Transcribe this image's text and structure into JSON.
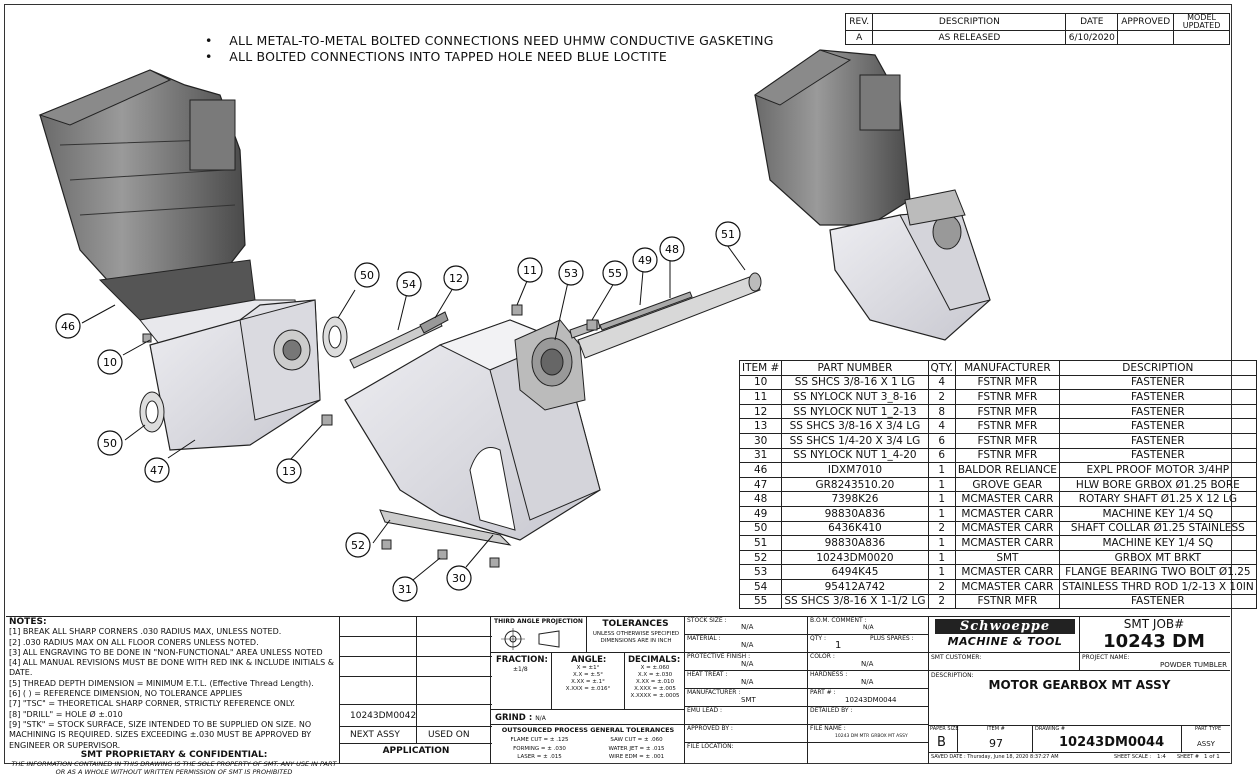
{
  "revision_table": {
    "headers": [
      "REV.",
      "DESCRIPTION",
      "DATE",
      "APPROVED",
      "MODEL UPDATED"
    ],
    "rows": [
      [
        "A",
        "AS RELEASED",
        "6/10/2020",
        "",
        ""
      ]
    ]
  },
  "top_notes": [
    "ALL METAL-TO-METAL BOLTED CONNECTIONS NEED UHMW CONDUCTIVE GASKETING",
    "ALL BOLTED CONNECTIONS INTO TAPPED HOLE NEED BLUE LOCTITE"
  ],
  "callouts": [
    "46",
    "10",
    "50",
    "54",
    "12",
    "11",
    "53",
    "55",
    "49",
    "48",
    "51",
    "50",
    "47",
    "13",
    "52",
    "31",
    "30"
  ],
  "bom": {
    "headers": [
      "ITEM #",
      "PART NUMBER",
      "QTY.",
      "MANUFACTURER",
      "DESCRIPTION"
    ],
    "rows": [
      [
        "10",
        "SS SHCS 3/8-16 X 1 LG",
        "4",
        "FSTNR MFR",
        "FASTENER"
      ],
      [
        "11",
        "SS NYLOCK NUT  3_8-16",
        "2",
        "FSTNR MFR",
        "FASTENER"
      ],
      [
        "12",
        "SS NYLOCK NUT  1_2-13",
        "8",
        "FSTNR MFR",
        "FASTENER"
      ],
      [
        "13",
        "SS SHCS 3/8-16 X 3/4 LG",
        "4",
        "FSTNR MFR",
        "FASTENER"
      ],
      [
        "30",
        "SS SHCS 1/4-20 X 3/4 LG",
        "6",
        "FSTNR MFR",
        "FASTENER"
      ],
      [
        "31",
        "SS NYLOCK NUT  1_4-20",
        "6",
        "FSTNR MFR",
        "FASTENER"
      ],
      [
        "46",
        "IDXM7010",
        "1",
        "BALDOR RELIANCE",
        "EXPL PROOF MOTOR 3/4HP"
      ],
      [
        "47",
        "GR8243510.20",
        "1",
        "GROVE GEAR",
        "HLW BORE GRBOX Ø1.25 BORE"
      ],
      [
        "48",
        "7398K26",
        "1",
        "MCMASTER CARR",
        "ROTARY SHAFT Ø1.25 X 12 LG"
      ],
      [
        "49",
        "98830A836",
        "1",
        "MCMASTER CARR",
        "MACHINE KEY 1/4 SQ"
      ],
      [
        "50",
        "6436K410",
        "2",
        "MCMASTER CARR",
        "SHAFT COLLAR Ø1.25 STAINLESS"
      ],
      [
        "51",
        "98830A836",
        "1",
        "MCMASTER CARR",
        "MACHINE KEY 1/4 SQ"
      ],
      [
        "52",
        "10243DM0020",
        "1",
        "SMT",
        "GRBOX MT BRKT"
      ],
      [
        "53",
        "6494K45",
        "1",
        "MCMASTER CARR",
        "FLANGE BEARING TWO BOLT Ø1.25"
      ],
      [
        "54",
        "95412A742",
        "2",
        "MCMASTER CARR",
        "STAINLESS THRD ROD 1/2-13 X 10IN"
      ],
      [
        "55",
        "SS SHCS 3/8-16 X 1-1/2 LG",
        "2",
        "FSTNR MFR",
        "FASTENER"
      ]
    ]
  },
  "notes": {
    "title": "NOTES:",
    "lines": [
      "[1] BREAK ALL SHARP CORNERS .030 RADIUS MAX, UNLESS NOTED.",
      "[2] .030 RADIUS MAX ON ALL FLOOR CONERS UNLESS NOTED.",
      "[3] ALL ENGRAVING TO BE DONE IN \"NON-FUNCTIONAL\" AREA UNLESS NOTED",
      "[4] ALL MANUAL REVISIONS MUST BE DONE WITH RED INK & INCLUDE INITIALS & DATE.",
      "[5] THREAD DEPTH DIMENSION = MINIMUM E.T.L. (Effective Thread Length).",
      "[6] ( ) = REFERENCE DIMENSION, NO TOLERANCE APPLIES",
      "[7] \"TSC\" = THEORETICAL SHARP CORNER, STRICTLY REFERENCE ONLY.",
      "[8] \"DRILL\" = HOLE Ø ±.010",
      "[9] \"STK\" = STOCK SURFACE, SIZE INTENDED TO BE SUPPLIED ON SIZE.  NO MACHINING IS REQUIRED.  SIZES EXCEEDING ±.030 MUST BE APPROVED BY ENGINEER OR SUPERVISOR."
    ],
    "proprietary_title": "SMT PROPRIETARY & CONFIDENTIAL:",
    "proprietary_text": "THE INFORMATION CONTAINED IN THIS DRAWING IS THE SOLE PROPERTY OF SMT.  ANY USE IN PART OR AS A WHOLE WITHOUT WRITTEN PERMISSION OF SMT IS PROHIBITED"
  },
  "application": {
    "part": "10243DM0042",
    "next_assy": "NEXT ASSY",
    "used_on": "USED ON",
    "label": "APPLICATION"
  },
  "tolerances": {
    "projection": "THIRD ANGLE PROJECTION",
    "title": "TOLERANCES",
    "subtitle": "UNLESS OTHERWISE SPECIFIED DIMENSIONS ARE IN INCH",
    "fraction_label": "FRACTION:",
    "fraction_val": "±1/8",
    "angle_label": "ANGLE:",
    "angle_vals": [
      "X = ±1°",
      "X.X = ±.5°",
      "X.XX = ±.1°",
      "X.XXX = ±.016°"
    ],
    "decimals_label": "DECIMALS:",
    "decimal_vals": [
      "X = ±.060",
      "X.X = ±.030",
      "X.XX = ±.010",
      "X.XXX = ±.005",
      "X.XXXX = ±.0005"
    ],
    "grind_label": "GRIND :",
    "grind_val": "N/A",
    "outsourced_title": "OUTSOURCED PROCESS GENERAL TOLERANCES",
    "outsourced": [
      [
        "FLAME CUT = ± .125",
        "SAW CUT = ± .060"
      ],
      [
        "FORMING = ± .030",
        "WATER JET = ± .015"
      ],
      [
        "LASER = ± .015",
        "WIRE EDM = ± .001"
      ]
    ]
  },
  "specs": {
    "stock_size": "STOCK SIZE :",
    "stock_size_val": "N/A",
    "material": "MATERIAL :",
    "material_val": "N/A",
    "protective_finish": "PROTECTIVE FINISH :",
    "protective_finish_val": "N/A",
    "heat_treat": "HEAT TREAT :",
    "heat_treat_val": "N/A",
    "manufacturer": "MANUFACTURER :",
    "manufacturer_val": "SMT",
    "emu_lead": "EMU LEAD :",
    "approved_by": "APPROVED BY :",
    "file_location": "FILE LOCATION:",
    "bom_comment": "B.O.M. COMMENT :",
    "bom_comment_val": "N/A",
    "qty": "QTY :",
    "qty_val": "1",
    "plus_spares": "PLUS SPARES :",
    "color": "COLOR :",
    "color_val": "N/A",
    "hardness": "HARDNESS :",
    "hardness_val": "N/A",
    "part_no": "PART # :",
    "part_no_val": "10243DM0044",
    "detailed_by": "DETAILED BY :",
    "file_name": "FILE NAME :",
    "file_name_val": "10243 DM MTR GRBOX MT ASSY"
  },
  "title_block": {
    "company_line1": "Schwoeppe",
    "company_line2": "MACHINE & TOOL",
    "job_label": "SMT JOB#",
    "job_number": "10243 DM",
    "customer_label": "SMT CUSTOMER:",
    "project_label": "PROJECT NAME:",
    "project_val": "POWDER TUMBLER",
    "description_label": "DESCRIPTION:",
    "description": "MOTOR GEARBOX MT ASSY",
    "paper_size_label": "PAPER SIZE",
    "paper_size": "B",
    "item_label": "ITEM #",
    "item": "97",
    "drawing_label": "DRAWING #",
    "drawing": "10243DM0044",
    "part_type_label": "PART TYPE",
    "part_type": "ASSY",
    "saved_date": "SAVED DATE : Thursday, June 18, 2020 8:37:27 AM",
    "scale_label": "SHEET SCALE :",
    "scale": "1:4",
    "sheet_label": "SHEET #",
    "sheet": "1 of 1"
  }
}
